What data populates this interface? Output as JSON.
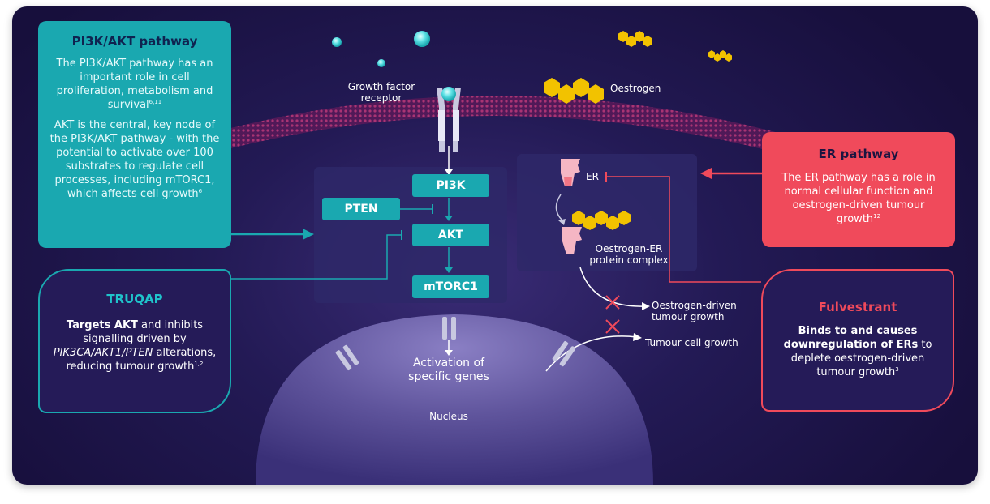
{
  "pi3k_panel": {
    "title": "PI3K/AKT pathway",
    "para1": "The PI3K/AKT pathway has an important role in cell proliferation, metabolism and survival",
    "para1_ref": "6,11",
    "para2": "AKT is the central, key node of the PI3K/AKT pathway - with the potential to activate over 100 substrates to regulate cell processes, including mTORC1, which affects cell growth",
    "para2_ref": "6"
  },
  "truqap_panel": {
    "title": "TRUQAP",
    "bold_text": "Targets AKT",
    "text1": " and inhibits signalling driven by ",
    "italic_text": "PIK3CA/AKT1/PTEN",
    "text2": " alterations, reducing tumour growth",
    "ref": "1,2"
  },
  "er_panel": {
    "title": "ER pathway",
    "text": "The ER pathway has a role in normal cellular function and oestrogen-driven tumour growth",
    "ref": "12"
  },
  "fulvestrant_panel": {
    "title": "Fulvestrant",
    "bold_text": "Binds to and causes downregulation of ERs",
    "text": " to deplete oestrogen-driven tumour growth",
    "ref": "3"
  },
  "nodes": {
    "pi3k": "PI3K",
    "pten": "PTEN",
    "akt": "AKT",
    "mtorc1": "mTORC1"
  },
  "labels": {
    "growth_factor_receptor": "Growth factor receptor",
    "oestrogen": "Oestrogen",
    "er": "ER",
    "oestrogen_er_complex": "Oestrogen-ER protein complex",
    "oestrogen_driven_growth": "Oestrogen-driven tumour growth",
    "tumour_cell_growth": "Tumour cell growth",
    "activation": "Activation of specific genes",
    "nucleus": "Nucleus"
  },
  "colors": {
    "teal": "#1aa8b0",
    "coral": "#f04a5b",
    "background": "#1e1650",
    "oestrogen_yellow": "#f2c200"
  }
}
